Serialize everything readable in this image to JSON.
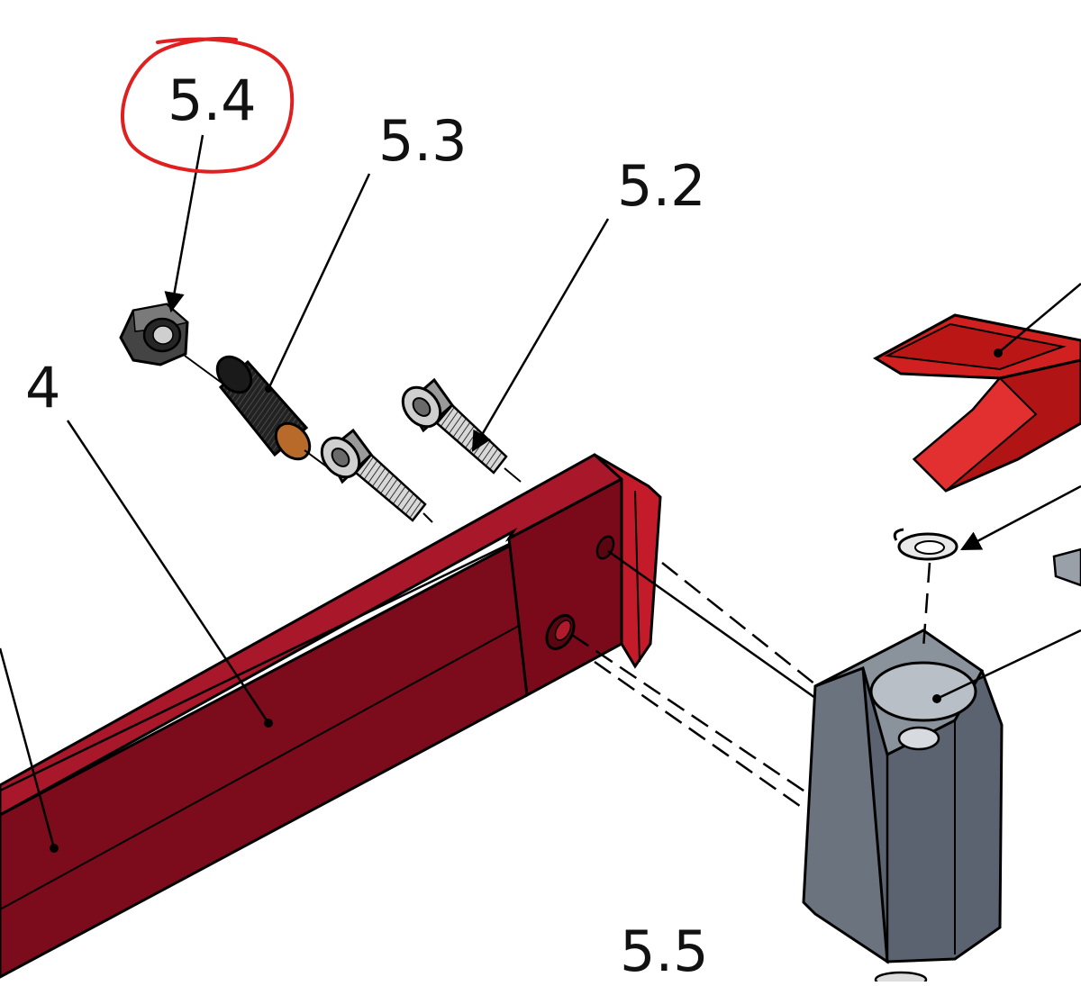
{
  "diagram": {
    "callouts": {
      "part_5_4": "5.4",
      "part_5_3": "5.3",
      "part_5_2": "5.2",
      "part_4": "4",
      "part_5_5": "5.5"
    },
    "colors": {
      "background": "#ffffff",
      "frame_red": "#8e1020",
      "frame_red_light": "#a8182a",
      "frame_red_dark": "#6d0a18",
      "cap_red": "#c41818",
      "block_gray": "#5d6570",
      "block_gray_light": "#7a828d",
      "hardware_dark": "#2a2a2a",
      "bushing_orange": "#b86a2a",
      "markup_circle": "#e02020",
      "line": "#000000"
    },
    "icons": [
      "hex-nut-icon",
      "threaded-insert-icon",
      "cap-screw-icon",
      "washer-icon"
    ]
  }
}
